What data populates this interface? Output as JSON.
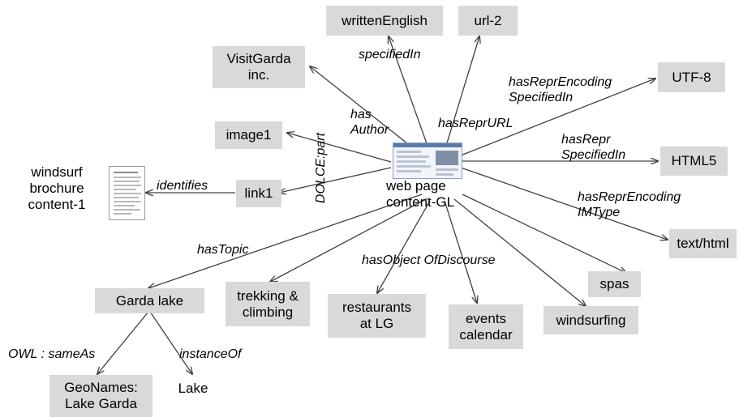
{
  "nodes": {
    "written_english": "writtenEnglish",
    "url2": "url-2",
    "visit_garda": "VisitGarda\ninc.",
    "utf8": "UTF-8",
    "image1": "image1",
    "html5": "HTML5",
    "link1": "link1",
    "windsurf_brochure": "windsurf\nbrochure\ncontent-1",
    "web_page": "web page\ncontent-GL",
    "text_html": "text/html",
    "spas": "spas",
    "garda_lake": "Garda lake",
    "trekking": "trekking &\nclimbing",
    "restaurants": "restaurants\nat LG",
    "events": "events\ncalendar",
    "windsurfing": "windsurfing",
    "geonames": "GeoNames:\nLake Garda",
    "lake": "Lake"
  },
  "edge_labels": {
    "specified_in": "specifiedIn",
    "has_author": "has\nAuthor",
    "has_repr_url": "hasReprURL",
    "has_repr_encoding_specified_in": "hasReprEncoding\nSpecifiedIn",
    "has_repr_specified_in": "hasRepr\nSpecifiedIn",
    "dolce_part": "DOLCE:part",
    "identifies": "identifies",
    "has_repr_encoding_imtype": "hasReprEncoding\nIMType",
    "has_topic": "hasTopic",
    "has_object_of_discourse": "hasObject OfDiscourse",
    "owl_same_as": "OWL : sameAs",
    "instance_of": "instanceOf"
  },
  "icons": [
    "webpage-thumbnail-icon",
    "document-thumbnail-icon"
  ],
  "colors": {
    "node_fill": "#d9d9d9",
    "edge": "#404040",
    "text": "#000000"
  }
}
